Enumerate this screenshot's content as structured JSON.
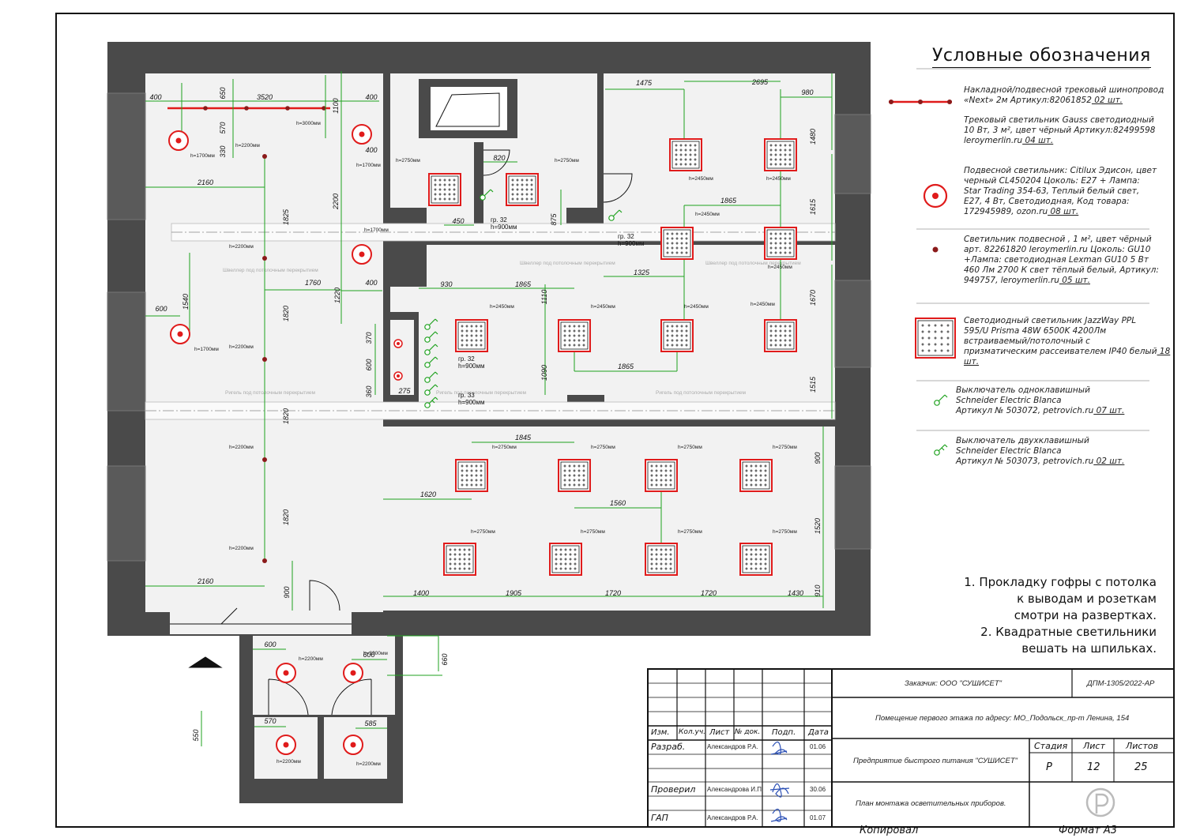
{
  "legend": {
    "title": "Условные обозначения",
    "items": [
      {
        "lines": [
          "Накладной/подвесной трековый шинопровод",
          "«Next» 2м Артикул:82061852"
        ],
        "qty": "02 шт.",
        "icon": "track-rail-icon"
      },
      {
        "lines": [
          "Трековый светильник Gauss светодиодный",
          "10 Вт, 3 м², цвет чёрный Артикул:82499598",
          "leroymerlin.ru"
        ],
        "qty": "04 шт.",
        "icon": "track-light-icon"
      },
      {
        "lines": [
          "Подвесной светильник: Citilux Эдисон, цвет",
          "черный CL450204 Цоколь: E27 + Лампа:",
          "Star Trading 354-63, Теплый белый свет,",
          "E27, 4 Вт, Светодиодная, Код товара:",
          "172945989, ozon.ru"
        ],
        "qty": "08 шт.",
        "icon": "pendant-lamp-icon"
      },
      {
        "lines": [
          "Светильник подвесной , 1 м², цвет чёрный",
          "арт. 82261820 leroymerlin.ru Цоколь: GU10",
          "+Лампа: светодиодная Lexman GU10 5 Вт",
          "460 Лм 2700 К свет тёплый белый, Артикул:",
          "949757, leroymerlin.ru"
        ],
        "qty": "05 шт.",
        "icon": "small-pendant-icon"
      },
      {
        "lines": [
          "Светодиодный светильник JazzWay PPL",
          "595/U Prisma 48W 6500K 4200Лм",
          "встраиваемый/потолочный с",
          "призматическим рассеивателем IP40 белый"
        ],
        "qty": "18 шт.",
        "icon": "led-panel-icon"
      },
      {
        "lines": [
          "Выключатель одноклавишный",
          "Schneider Electric Blanca",
          "Артикул № 503072, petrovich.ru"
        ],
        "qty": "07 шт.",
        "icon": "single-switch-icon"
      },
      {
        "lines": [
          "Выключатель двухклавишный",
          "Schneider Electric Blanca",
          "Артикул № 503073, petrovich.ru"
        ],
        "qty": "02 шт.",
        "icon": "double-switch-icon"
      }
    ]
  },
  "notes": [
    "1.   Прокладку гофры с потолка",
    "к выводам и розеткам",
    "смотри на развертках.",
    "2.   Квадратные светильники",
    "вешать на шпильках."
  ],
  "title_block": {
    "customer": "Заказчик: ООО \"СУШИСЕТ\"",
    "doc_code": "ДПМ-1305/2022-АР",
    "address": "Помещение первого этажа по адресу: МО_Подольск_пр-т Ленина, 154",
    "company": "Предприятие быстрого питания \"СУШИСЕТ\"",
    "sheet_title": "План монтажа осветительных приборов.",
    "headers": [
      "Изм.",
      "Кол.уч.",
      "Лист",
      "№ док.",
      "Подп.",
      "Дата"
    ],
    "stage_label": "Стадия",
    "sheet_label": "Лист",
    "sheets_label": "Листов",
    "stage": "Р",
    "sheet": "12",
    "sheets": "25",
    "roles": [
      {
        "role": "Разраб.",
        "name": "Александров Р.А.",
        "date": "01.06"
      },
      {
        "role": "Проверил",
        "name": "Александрова И.П.",
        "date": "30.06"
      },
      {
        "role": "ГАП",
        "name": "Александров Р.А.",
        "date": "01.07"
      }
    ],
    "copied": "Копировал",
    "format": "Формат А3"
  },
  "plan_labels": {
    "dims": [
      {
        "t": "400"
      },
      {
        "t": "650"
      },
      {
        "t": "3520"
      },
      {
        "t": "1100"
      },
      {
        "t": "400"
      },
      {
        "t": "570"
      },
      {
        "t": "330"
      },
      {
        "t": "2160"
      },
      {
        "t": "1825"
      },
      {
        "t": "2200"
      },
      {
        "t": "400"
      },
      {
        "t": "1540"
      },
      {
        "t": "600"
      },
      {
        "t": "1760"
      },
      {
        "t": "1220"
      },
      {
        "t": "400"
      },
      {
        "t": "1820"
      },
      {
        "t": "1820"
      },
      {
        "t": "1820"
      },
      {
        "t": "2160"
      },
      {
        "t": "900"
      },
      {
        "t": "820"
      },
      {
        "t": "450"
      },
      {
        "t": "875"
      },
      {
        "t": "1475"
      },
      {
        "t": "2695"
      },
      {
        "t": "980"
      },
      {
        "t": "1480"
      },
      {
        "t": "1865"
      },
      {
        "t": "1615"
      },
      {
        "t": "1325"
      },
      {
        "t": "1670"
      },
      {
        "t": "930"
      },
      {
        "t": "1865"
      },
      {
        "t": "1110"
      },
      {
        "t": "1090"
      },
      {
        "t": "1865"
      },
      {
        "t": "1515"
      },
      {
        "t": "370"
      },
      {
        "t": "600"
      },
      {
        "t": "360"
      },
      {
        "t": "275"
      },
      {
        "t": "1845"
      },
      {
        "t": "1620"
      },
      {
        "t": "1560"
      },
      {
        "t": "900"
      },
      {
        "t": "1520"
      },
      {
        "t": "910"
      },
      {
        "t": "1400"
      },
      {
        "t": "1905"
      },
      {
        "t": "1720"
      },
      {
        "t": "1720"
      },
      {
        "t": "1430"
      },
      {
        "t": "600"
      },
      {
        "t": "600"
      },
      {
        "t": "660"
      },
      {
        "t": "550"
      },
      {
        "t": "570"
      },
      {
        "t": "585"
      }
    ],
    "heights": [
      {
        "t": "h=3000мм"
      },
      {
        "t": "h=1700мм"
      },
      {
        "t": "h=2200мм"
      },
      {
        "t": "h=1700мм"
      },
      {
        "t": "h=2200мм"
      },
      {
        "t": "h=1700мм"
      },
      {
        "t": "h=1700мм"
      },
      {
        "t": "h=2200мм"
      },
      {
        "t": "h=2200мм"
      },
      {
        "t": "h=2200мм"
      },
      {
        "t": "h=2750мм"
      },
      {
        "t": "h=2750мм"
      },
      {
        "t": "h=2450мм"
      },
      {
        "t": "h=2450мм"
      },
      {
        "t": "h=2450мм"
      },
      {
        "t": "h=2450мм"
      },
      {
        "t": "h=2450мм"
      },
      {
        "t": "h=2450мм"
      },
      {
        "t": "h=2450мм"
      },
      {
        "t": "h=2450мм"
      },
      {
        "t": "h=2750мм"
      },
      {
        "t": "h=2750мм"
      },
      {
        "t": "h=2750мм"
      },
      {
        "t": "h=2750мм"
      },
      {
        "t": "h=2750мм"
      },
      {
        "t": "h=2750мм"
      },
      {
        "t": "h=2750мм"
      },
      {
        "t": "h=2750мм"
      },
      {
        "t": "h=2200мм"
      },
      {
        "t": "h=2200мм"
      },
      {
        "t": "h=2200мм"
      },
      {
        "t": "h=2200мм"
      }
    ],
    "groups": [
      {
        "t": "гр. 32",
        "h": "h=900мм"
      },
      {
        "t": "гр. 32",
        "h": "h=900мм"
      },
      {
        "t": "гр. 32",
        "h": "h=900мм"
      },
      {
        "t": "гр. 33",
        "h": "h=900мм"
      }
    ],
    "beam_labels": [
      "Швеллер под потолочным перекрытием",
      "Швеллер под потолочным перекрытием",
      "Швеллер под потолочным перекрытием",
      "Ригель под потолочным перекрытием",
      "Ригель под потолочным перекрытием",
      "Ригель под потолочным перекрытием"
    ]
  },
  "colors": {
    "wall": "#4a4a4a",
    "floor": "#f2f2f2",
    "dimension": "#1fa21f",
    "fixture": "#e01b1b",
    "track_dot": "#8b1a1a",
    "text": "#222222"
  }
}
